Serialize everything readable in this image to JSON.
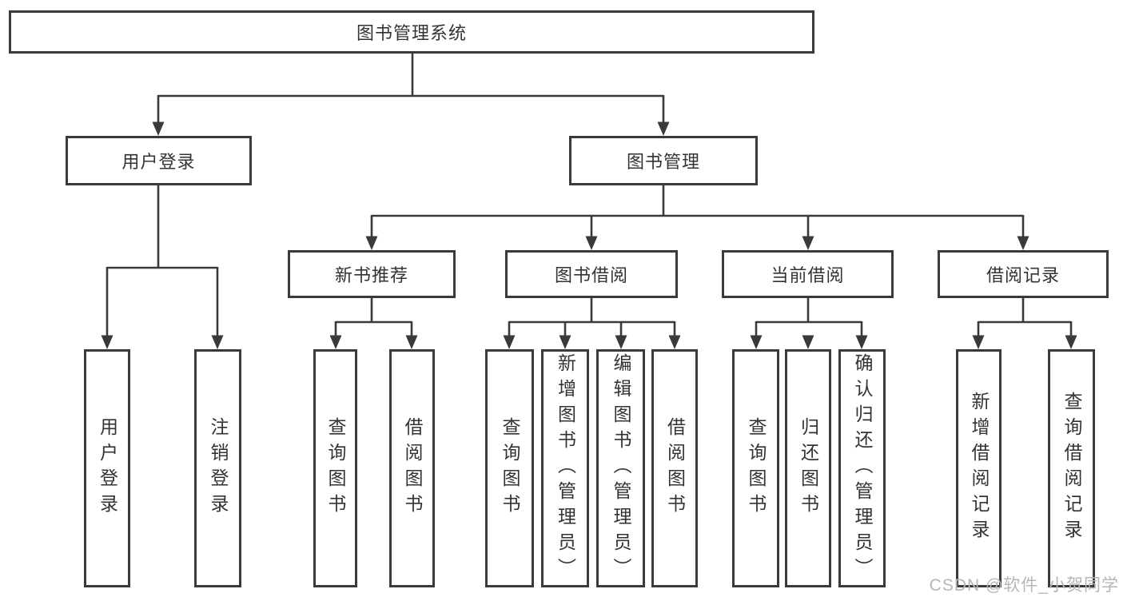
{
  "diagram": {
    "root": "图书管理系统",
    "user_branch": {
      "label": "用户登录",
      "children": [
        "用户登录",
        "注销登录"
      ]
    },
    "mgmt_branch": {
      "label": "图书管理",
      "groups": [
        {
          "label": "新书推荐",
          "children": [
            "查询图书",
            "借阅图书"
          ]
        },
        {
          "label": "图书借阅",
          "children": [
            "查询图书",
            "新增图书（管理员）",
            "编辑图书（管理员）",
            "借阅图书"
          ]
        },
        {
          "label": "当前借阅",
          "children": [
            "查询图书",
            "归还图书",
            "确认归还（管理员）"
          ]
        },
        {
          "label": "借阅记录",
          "children": [
            "新增借阅记录",
            "查询借阅记录"
          ]
        }
      ]
    }
  },
  "watermark": "CSDN @软件_小贺同学",
  "colors": {
    "line": "#3a3a3a",
    "text": "#333333",
    "watermark": "#b4b6ba",
    "background": "#ffffff"
  }
}
